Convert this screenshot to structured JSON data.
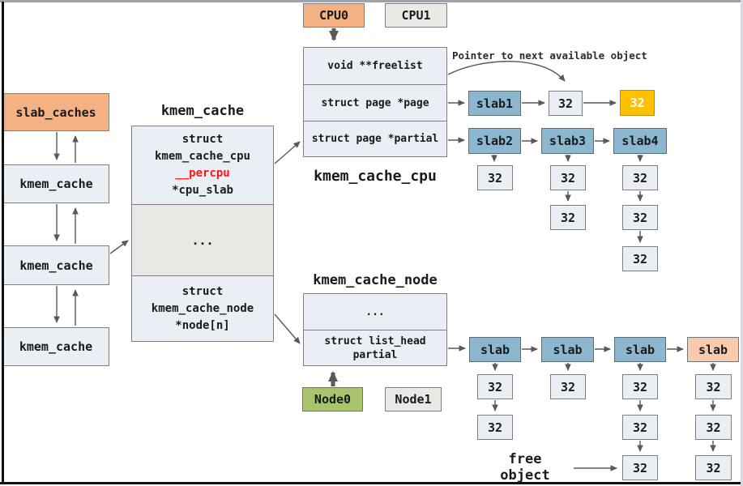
{
  "colors": {
    "orange": "#F4B183",
    "peach": "#F8CBAD",
    "blue": "#8BB7D0",
    "gold": "#FFC000",
    "green": "#A9C46D",
    "light": "#EAEFF5",
    "graybox": "#E9E9E6",
    "graysec": "#E8E7E4",
    "border": "#7F7F7F",
    "arrow": "#595959",
    "red": "#FF1414"
  },
  "left_chain": {
    "head": "slab_caches",
    "items": [
      {
        "label": "kmem_cache"
      },
      {
        "label": "kmem_cache"
      },
      {
        "label": "kmem_cache"
      }
    ]
  },
  "kmem_cache_struct": {
    "title": "kmem_cache",
    "cpu_slab": {
      "l1": "struct",
      "l2": "kmem_cache_cpu",
      "l3": "__percpu",
      "l4": "*cpu_slab"
    },
    "ellipsis": "...",
    "node": {
      "l1": "struct",
      "l2": "kmem_cache_node",
      "l3": "*node[n]"
    }
  },
  "cpus": {
    "cpu0": "CPU0",
    "cpu1": "CPU1"
  },
  "cpu_struct": {
    "row_freelist": "void **freelist",
    "row_page": "struct page *page",
    "row_partial": "struct page *partial",
    "caption": "kmem_cache_cpu"
  },
  "annotation": "Pointer to next available object",
  "obj": "32",
  "top_slabs": {
    "s1": "slab1",
    "s2": "slab2",
    "s3": "slab3",
    "s4": "slab4"
  },
  "node_struct": {
    "caption": "kmem_cache_node",
    "ellipsis": "...",
    "partial_l1": "struct list_head",
    "partial_l2": "partial"
  },
  "nodes": {
    "node0": "Node0",
    "node1": "Node1"
  },
  "bottom_slabs": {
    "s1": "slab",
    "s2": "slab",
    "s3": "slab",
    "s4": "slab"
  },
  "free_object": "free object"
}
